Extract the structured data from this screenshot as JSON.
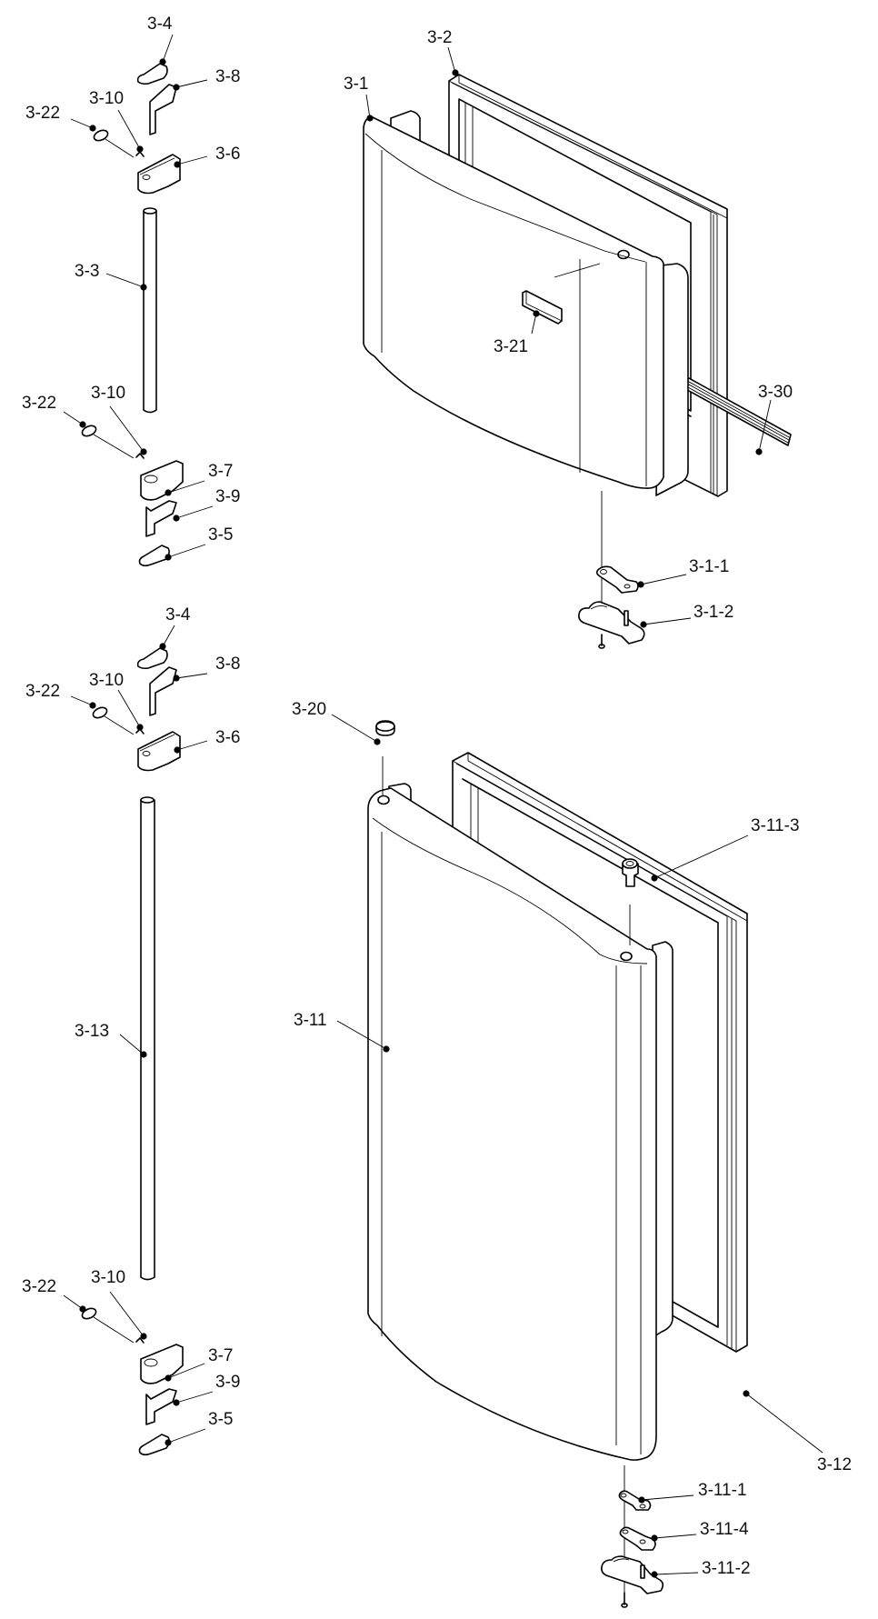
{
  "diagram": {
    "title": "Door assembly exploded view",
    "line_color": "#000000",
    "background": "#ffffff",
    "callouts": [
      {
        "id": "3-4",
        "text": "3-4",
        "part": "upper-hinge-cover-top"
      },
      {
        "id": "3-8",
        "text": "3-8",
        "part": "upper-hinge-bracket-top"
      },
      {
        "id": "3-22",
        "text": "3-22",
        "part": "screw-cap-a"
      },
      {
        "id": "3-10",
        "text": "3-10",
        "part": "screw-a"
      },
      {
        "id": "3-6",
        "text": "3-6",
        "part": "upper-hinge-block-top"
      },
      {
        "id": "3-3",
        "text": "3-3",
        "part": "handle-rod-upper"
      },
      {
        "id": "3-22b",
        "text": "3-22",
        "part": "screw-cap-b"
      },
      {
        "id": "3-10b",
        "text": "3-10",
        "part": "screw-b"
      },
      {
        "id": "3-7",
        "text": "3-7",
        "part": "lower-hinge-block-top"
      },
      {
        "id": "3-9",
        "text": "3-9",
        "part": "lower-hinge-bracket-top"
      },
      {
        "id": "3-5",
        "text": "3-5",
        "part": "lower-hinge-cover-top"
      },
      {
        "id": "3-4b",
        "text": "3-4",
        "part": "upper-hinge-cover-bottom"
      },
      {
        "id": "3-8b",
        "text": "3-8",
        "part": "upper-hinge-bracket-bottom"
      },
      {
        "id": "3-22c",
        "text": "3-22",
        "part": "screw-cap-c"
      },
      {
        "id": "3-10c",
        "text": "3-10",
        "part": "screw-c"
      },
      {
        "id": "3-6b",
        "text": "3-6",
        "part": "upper-hinge-block-bottom"
      },
      {
        "id": "3-13",
        "text": "3-13",
        "part": "handle-rod-lower"
      },
      {
        "id": "3-22d",
        "text": "3-22",
        "part": "screw-cap-d"
      },
      {
        "id": "3-10d",
        "text": "3-10",
        "part": "screw-d"
      },
      {
        "id": "3-7b",
        "text": "3-7",
        "part": "lower-hinge-block-bottom"
      },
      {
        "id": "3-9b",
        "text": "3-9",
        "part": "lower-hinge-bracket-bottom"
      },
      {
        "id": "3-5b",
        "text": "3-5",
        "part": "lower-hinge-cover-bottom"
      },
      {
        "id": "3-1",
        "text": "3-1",
        "part": "freezer-door"
      },
      {
        "id": "3-2",
        "text": "3-2",
        "part": "freezer-door-gasket"
      },
      {
        "id": "3-21",
        "text": "3-21",
        "part": "door-badge"
      },
      {
        "id": "3-30",
        "text": "3-30",
        "part": "gasket-strip"
      },
      {
        "id": "3-1-1",
        "text": "3-1-1",
        "part": "freezer-hinge-plate"
      },
      {
        "id": "3-1-2",
        "text": "3-1-2",
        "part": "freezer-hinge-bracket"
      },
      {
        "id": "3-20",
        "text": "3-20",
        "part": "hinge-hole-cap"
      },
      {
        "id": "3-11-3",
        "text": "3-11-3",
        "part": "hinge-bushing"
      },
      {
        "id": "3-11",
        "text": "3-11",
        "part": "fridge-door"
      },
      {
        "id": "3-12",
        "text": "3-12",
        "part": "fridge-door-gasket"
      },
      {
        "id": "3-11-1",
        "text": "3-11-1",
        "part": "fridge-hinge-plate"
      },
      {
        "id": "3-11-4",
        "text": "3-11-4",
        "part": "fridge-hinge-spacer"
      },
      {
        "id": "3-11-2",
        "text": "3-11-2",
        "part": "fridge-hinge-bracket"
      }
    ]
  }
}
